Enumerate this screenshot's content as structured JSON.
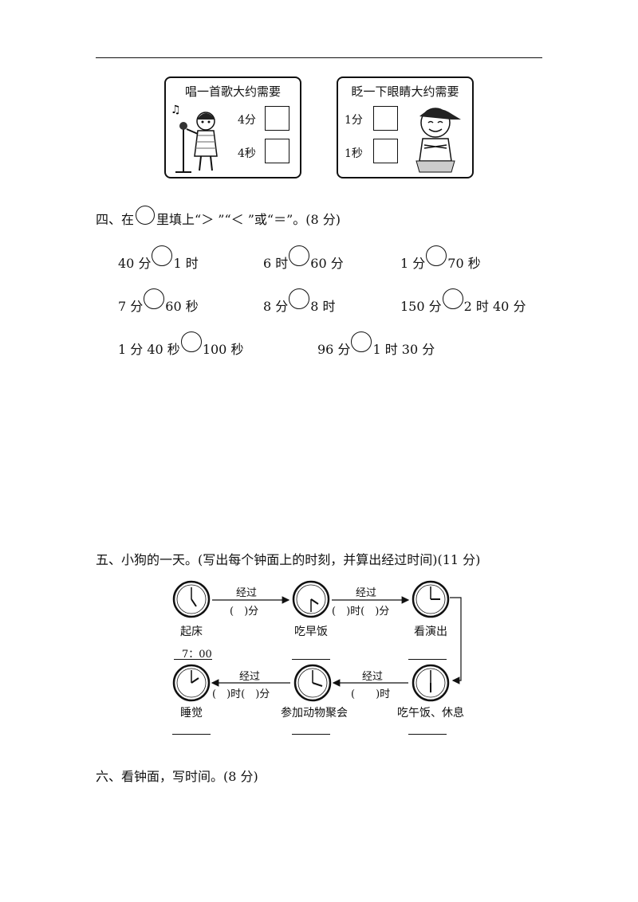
{
  "card1": {
    "title": "唱一首歌大约需要",
    "opt1": "4分",
    "opt2": "4秒"
  },
  "card2": {
    "title": "眨一下眼睛大约需要",
    "opt1": "1分",
    "opt2": "1秒"
  },
  "q4": {
    "prefix": "四、在",
    "suffix": "里填上“＞ ”“＜ ”或“＝”。(8 分)",
    "items": [
      {
        "left": "40 分",
        "right": "1 时"
      },
      {
        "left": "6 时",
        "right": "60 分"
      },
      {
        "left": "1 分",
        "right": "70 秒"
      },
      {
        "left": "7 分",
        "right": "60 秒"
      },
      {
        "left": "8 分",
        "right": "8 时"
      },
      {
        "left": "150 分",
        "right": "2 时 40 分"
      },
      {
        "left": "1 分 40 秒",
        "right": "100 秒"
      },
      {
        "left": "96 分",
        "right": "1 时 30 分"
      }
    ]
  },
  "q5": {
    "heading": "五、小狗的一天。(写出每个钟面上的时刻，并算出经过时间)(11 分)",
    "arrow_label": "经过",
    "blank_min": "(　)分",
    "blank_hm": "(　)时(　)分",
    "blank_h": "(　　)时",
    "blank_hm2": "(　)时(　)分",
    "labels": [
      "起床",
      "吃早饭",
      "看演出",
      "吃午饭、休息",
      "参加动物聚会",
      "睡觉"
    ],
    "given_time": "7：00"
  },
  "q6": {
    "heading": "六、看钟面，写时间。(8 分)"
  }
}
